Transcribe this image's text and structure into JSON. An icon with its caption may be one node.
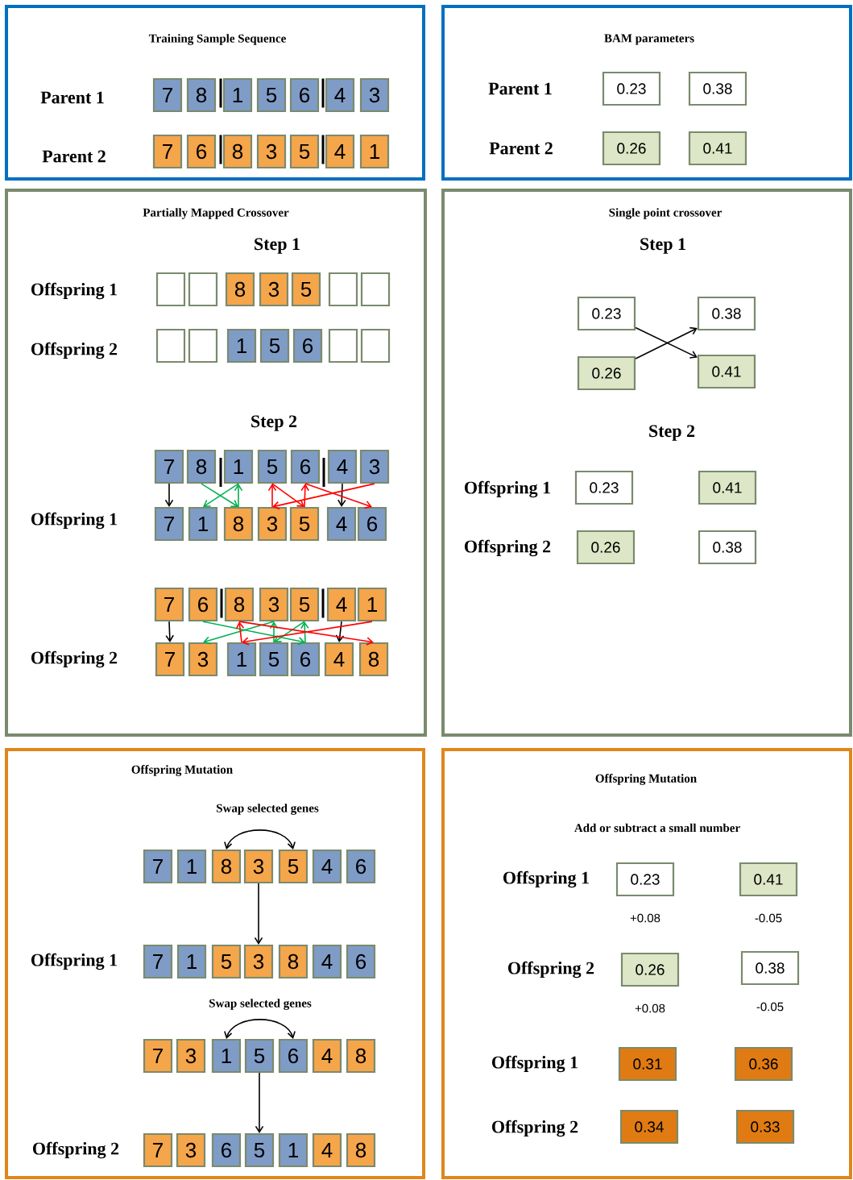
{
  "diagram": {
    "nodes": [
      {
        "text": [
          "Training Sample Sequence"
        ]
      },
      {
        "text": [
          "7"
        ],
        "in": 0
      },
      {
        "text": [
          "8"
        ],
        "in": 0
      },
      {
        "text": [
          "1"
        ],
        "in": 0
      },
      {
        "text": [
          "5"
        ],
        "in": 0
      },
      {
        "text": [
          "6"
        ],
        "in": 0
      },
      {
        "text": [
          "4"
        ],
        "in": 0
      },
      {
        "text": [
          "3"
        ],
        "in": 0
      },
      {
        "text": [
          "7"
        ],
        "in": 0
      },
      {
        "text": [
          "6"
        ],
        "in": 0
      },
      {
        "text": [
          "8"
        ],
        "in": 0
      },
      {
        "text": [
          "3"
        ],
        "in": 0
      },
      {
        "text": [
          "5"
        ],
        "in": 0
      },
      {
        "text": [
          "4"
        ],
        "in": 0
      },
      {
        "text": [
          "1"
        ],
        "in": 0
      },
      {
        "text": [
          "BAM parameters"
        ]
      },
      {
        "text": [
          "0.23"
        ],
        "in": 15
      },
      {
        "text": [
          "0.38"
        ],
        "in": 15
      },
      {
        "text": [
          "0.26"
        ],
        "in": 15
      },
      {
        "text": [
          "0.41"
        ],
        "in": 15
      },
      {
        "text": [
          "Partially Mapped Crossover"
        ]
      },
      {
        "text": [],
        "shape": "box",
        "in": 20
      },
      {
        "text": [],
        "shape": "box",
        "in": 20
      },
      {
        "text": [
          "8"
        ],
        "in": 20
      },
      {
        "text": [
          "3"
        ],
        "in": 20
      },
      {
        "text": [
          "5"
        ],
        "in": 20
      },
      {
        "text": [],
        "shape": "box",
        "in": 20
      },
      {
        "text": [],
        "shape": "box",
        "in": 20
      },
      {
        "text": [],
        "shape": "box",
        "in": 20
      },
      {
        "text": [],
        "shape": "box",
        "in": 20
      },
      {
        "text": [
          "1"
        ],
        "in": 20
      },
      {
        "text": [
          "5"
        ],
        "in": 20
      },
      {
        "text": [
          "6"
        ],
        "in": 20
      },
      {
        "text": [],
        "shape": "box",
        "in": 20
      },
      {
        "text": [],
        "shape": "box",
        "in": 20
      },
      {
        "text": [
          "7"
        ],
        "in": 20
      },
      {
        "text": [
          "8"
        ],
        "in": 20
      },
      {
        "text": [
          "1"
        ],
        "in": 20
      },
      {
        "text": [
          "5"
        ],
        "in": 20
      },
      {
        "text": [
          "6"
        ],
        "in": 20
      },
      {
        "text": [
          "4"
        ],
        "in": 20
      },
      {
        "text": [
          "3"
        ],
        "in": 20
      },
      {
        "text": [
          "7"
        ],
        "in": 20
      },
      {
        "text": [
          "1"
        ],
        "in": 20
      },
      {
        "text": [
          "8"
        ],
        "in": 20
      },
      {
        "text": [
          "3"
        ],
        "in": 20
      },
      {
        "text": [
          "5"
        ],
        "in": 20
      },
      {
        "text": [
          "4"
        ],
        "in": 20
      },
      {
        "text": [
          "6"
        ],
        "in": 20
      },
      {
        "text": [
          "7"
        ],
        "in": 20
      },
      {
        "text": [
          "6"
        ],
        "in": 20
      },
      {
        "text": [
          "8"
        ],
        "in": 20
      },
      {
        "text": [
          "3"
        ],
        "in": 20
      },
      {
        "text": [
          "5"
        ],
        "in": 20
      },
      {
        "text": [
          "4"
        ],
        "in": 20
      },
      {
        "text": [
          "1"
        ],
        "in": 20
      },
      {
        "text": [
          "7"
        ],
        "in": 20
      },
      {
        "text": [
          "3"
        ],
        "in": 20
      },
      {
        "text": [
          "1"
        ],
        "in": 20
      },
      {
        "text": [
          "5"
        ],
        "in": 20
      },
      {
        "text": [
          "6"
        ],
        "in": 20
      },
      {
        "text": [
          "4"
        ],
        "in": 20
      },
      {
        "text": [
          "8"
        ],
        "in": 20
      },
      {
        "text": [
          "Single point crossover"
        ]
      },
      {
        "text": [
          "0.23"
        ],
        "in": 63
      },
      {
        "text": [
          "0.38"
        ],
        "in": 63
      },
      {
        "text": [
          "0.26"
        ],
        "in": 63
      },
      {
        "text": [
          "0.41"
        ],
        "in": 63
      },
      {
        "text": [
          "0.23"
        ],
        "in": 63
      },
      {
        "text": [
          "0.41"
        ],
        "in": 63
      },
      {
        "text": [
          "0.26"
        ],
        "in": 63
      },
      {
        "text": [
          "0.38"
        ],
        "in": 63
      },
      {
        "text": [
          "Offspring Mutation"
        ]
      },
      {
        "text": [
          "7"
        ],
        "in": 72
      },
      {
        "text": [
          "1"
        ],
        "in": 72
      },
      {
        "text": [
          "8"
        ],
        "in": 72
      },
      {
        "text": [
          "3"
        ],
        "in": 72
      },
      {
        "text": [
          "5"
        ],
        "in": 72
      },
      {
        "text": [
          "4"
        ],
        "in": 72
      },
      {
        "text": [
          "6"
        ],
        "in": 72
      },
      {
        "text": [
          "7"
        ],
        "in": 72
      },
      {
        "text": [
          "1"
        ],
        "in": 72
      },
      {
        "text": [
          "5"
        ],
        "in": 72
      },
      {
        "text": [
          "3"
        ],
        "in": 72
      },
      {
        "text": [
          "8"
        ],
        "in": 72
      },
      {
        "text": [
          "4"
        ],
        "in": 72
      },
      {
        "text": [
          "6"
        ],
        "in": 72
      },
      {
        "text": [
          "7"
        ],
        "in": 72
      },
      {
        "text": [
          "3"
        ],
        "in": 72
      },
      {
        "text": [
          "1"
        ],
        "in": 72
      },
      {
        "text": [
          "5"
        ],
        "in": 72
      },
      {
        "text": [
          "6"
        ],
        "in": 72
      },
      {
        "text": [
          "4"
        ],
        "in": 72
      },
      {
        "text": [
          "8"
        ],
        "in": 72
      },
      {
        "text": [
          "7"
        ],
        "in": 72
      },
      {
        "text": [
          "3"
        ],
        "in": 72
      },
      {
        "text": [
          "6"
        ],
        "in": 72
      },
      {
        "text": [
          "5"
        ],
        "in": 72
      },
      {
        "text": [
          "1"
        ],
        "in": 72
      },
      {
        "text": [
          "4"
        ],
        "in": 72
      },
      {
        "text": [
          "8"
        ],
        "in": 72
      },
      {
        "text": [
          "Offspring Mutation"
        ]
      },
      {
        "text": [
          "0.23"
        ],
        "in": 101,
        "beside": [
          "+0.08"
        ]
      },
      {
        "text": [
          "0.41"
        ],
        "in": 101,
        "beside": [
          "-0.05"
        ]
      },
      {
        "text": [
          "0.26"
        ],
        "in": 101,
        "beside": [
          "+0.08"
        ]
      },
      {
        "text": [
          "0.38"
        ],
        "in": 101,
        "beside": [
          "-0.05"
        ]
      },
      {
        "text": [
          "0.31"
        ],
        "in": 101
      },
      {
        "text": [
          "0.36"
        ],
        "in": 101
      },
      {
        "text": [
          "0.34"
        ],
        "in": 101
      },
      {
        "text": [
          "0.33"
        ],
        "in": 101
      }
    ],
    "edges": [
      {
        "from": 35,
        "to": 42,
        "arrow": "to"
      },
      {
        "from": 40,
        "to": 47,
        "arrow": "to"
      },
      {
        "from": 36,
        "to": 44,
        "arrow": "to",
        "color": "#00b050"
      },
      {
        "from": 44,
        "to": 37,
        "arrow": "to",
        "color": "#00b050"
      },
      {
        "from": 37,
        "to": 43,
        "arrow": "to",
        "color": "#00b050"
      },
      {
        "from": 41,
        "to": 45,
        "arrow": "to",
        "color": "#ff0000"
      },
      {
        "from": 45,
        "to": 38,
        "arrow": "to",
        "color": "#ff0000"
      },
      {
        "from": 38,
        "to": 46,
        "arrow": "to",
        "color": "#ff0000"
      },
      {
        "from": 46,
        "to": 39,
        "arrow": "to",
        "color": "#ff0000"
      },
      {
        "from": 39,
        "to": 48,
        "arrow": "to",
        "color": "#ff0000"
      },
      {
        "from": 49,
        "to": 56,
        "arrow": "to"
      },
      {
        "from": 54,
        "to": 61,
        "arrow": "to"
      },
      {
        "from": 50,
        "to": 60,
        "arrow": "to",
        "color": "#00b050"
      },
      {
        "from": 60,
        "to": 53,
        "arrow": "to",
        "color": "#00b050"
      },
      {
        "from": 53,
        "to": 59,
        "arrow": "to",
        "color": "#00b050"
      },
      {
        "from": 59,
        "to": 52,
        "arrow": "to",
        "color": "#00b050"
      },
      {
        "from": 52,
        "to": 57,
        "arrow": "to",
        "color": "#00b050"
      },
      {
        "from": 55,
        "to": 58,
        "arrow": "to",
        "color": "#ff0000"
      },
      {
        "from": 58,
        "to": 51,
        "arrow": "to",
        "color": "#ff0000"
      },
      {
        "from": 51,
        "to": 62,
        "arrow": "to",
        "color": "#ff0000"
      },
      {
        "from": 64,
        "to": 67,
        "arrow": "to"
      },
      {
        "from": 66,
        "to": 65,
        "arrow": "to"
      },
      {
        "from": 75,
        "to": 77,
        "arrow": "both"
      },
      {
        "from": 76,
        "to": 83,
        "arrow": "to"
      },
      {
        "from": 89,
        "to": 91,
        "arrow": "both"
      },
      {
        "from": 90,
        "to": 97,
        "arrow": "to"
      }
    ],
    "labels": [
      "Parent 1",
      "Parent 2",
      "Parent 1",
      "Parent 2",
      "Step 1",
      "Offspring 1",
      "Offspring 2",
      "Step 2",
      "Offspring 1",
      "Offspring 2",
      "Step 1",
      "Step 2",
      "Offspring 1",
      "Offspring 2",
      "Swap selected genes",
      "Offspring 1",
      "Swap selected genes",
      "Offspring 2",
      "Add or subtract a small number",
      "Offspring 1",
      "Offspring 2",
      "Offspring 1",
      "Offspring 2"
    ]
  }
}
